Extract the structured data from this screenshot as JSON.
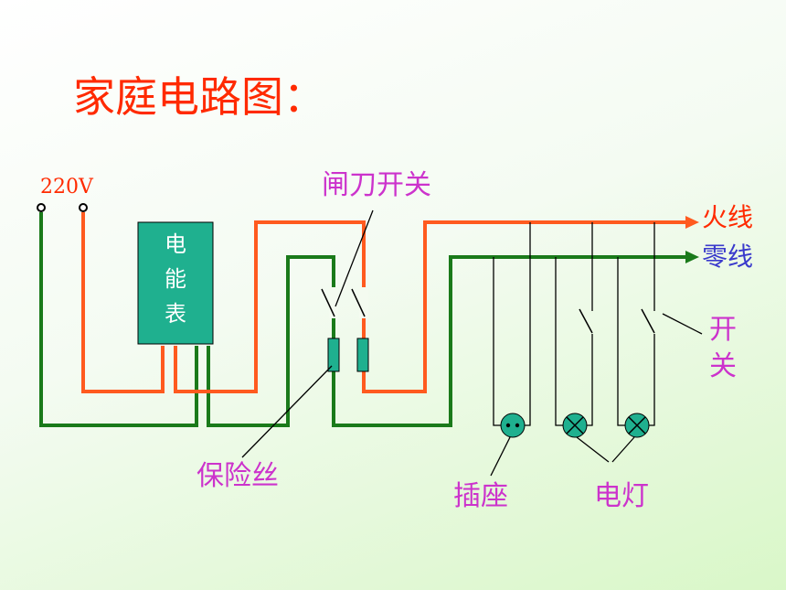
{
  "title": "家庭电路图：",
  "voltage_label": "220V",
  "meter_label": [
    "电",
    "能",
    "表"
  ],
  "knife_switch_label": "闸刀开关",
  "live_wire_label": "火线",
  "neutral_wire_label": "零线",
  "switch_label": [
    "开",
    "关"
  ],
  "fuse_label": "保险丝",
  "socket_label": "插座",
  "lamp_label": "电灯",
  "colors": {
    "live_wire": "#ff5a1f",
    "neutral_wire": "#1a7a1a",
    "meter_fill": "#1fb08f",
    "fuse_fill": "#1fb08f",
    "lamp_fill": "#1fb08f",
    "title": "#ff2a00",
    "label": "#cc33cc"
  }
}
